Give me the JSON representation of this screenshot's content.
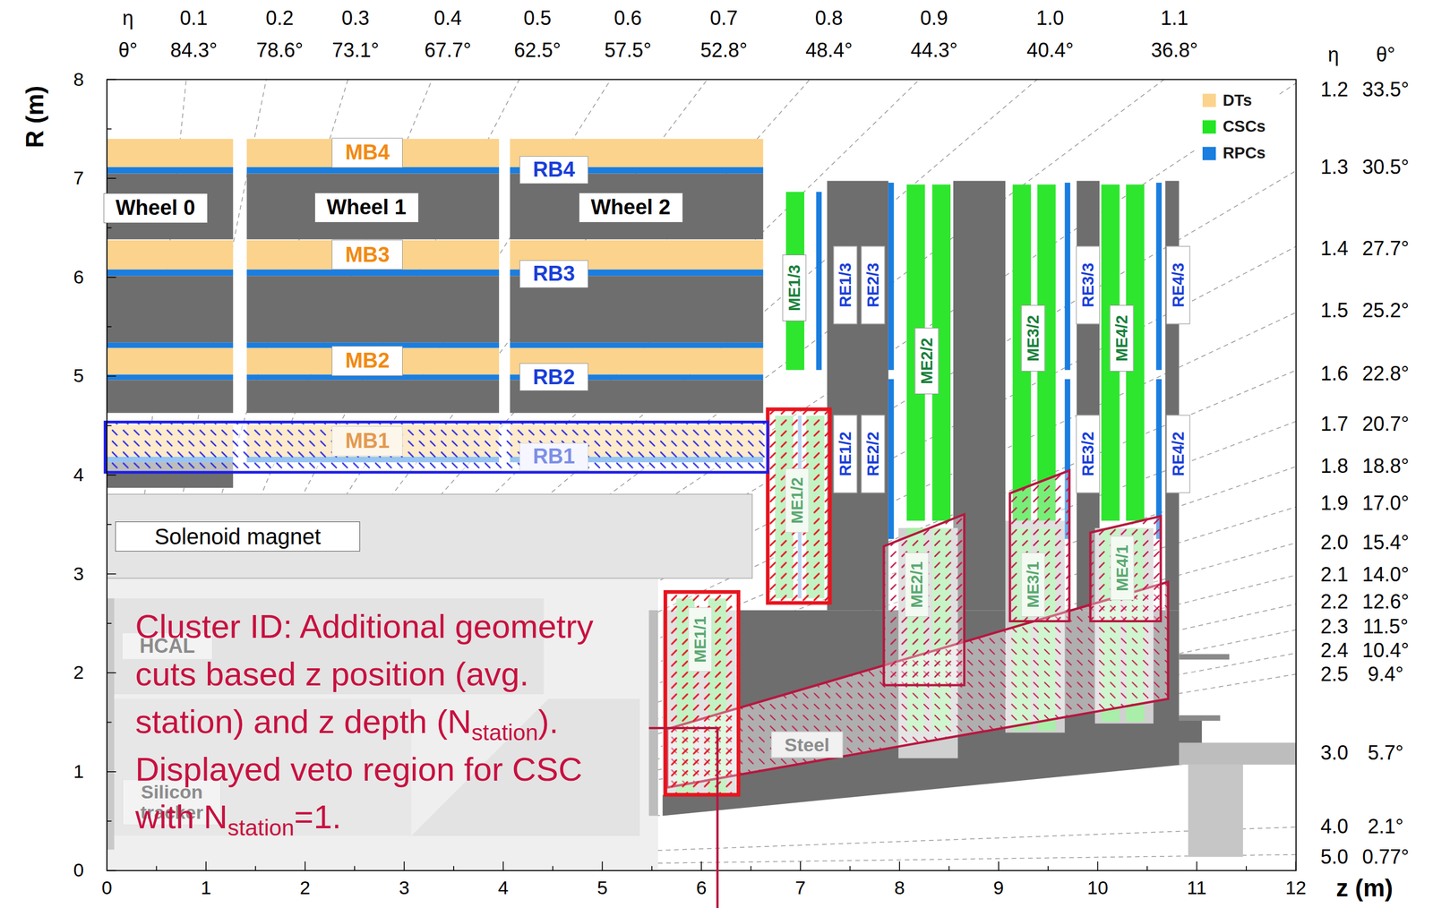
{
  "diagram": {
    "nodes": [
      {
        "text": [
          "Wheel 0"
        ]
      },
      {
        "text": [
          "MB4"
        ]
      },
      {
        "text": [
          "Wheel 1"
        ]
      },
      {
        "text": [
          "Wheel 2"
        ]
      },
      {
        "text": [
          "RB4"
        ]
      },
      {
        "text": [
          "MB3"
        ]
      },
      {
        "text": [
          "RB3"
        ]
      },
      {
        "text": [
          "MB2"
        ]
      },
      {
        "text": [
          "RB2"
        ]
      },
      {
        "text": [
          "MB1"
        ]
      },
      {
        "text": [
          "RB1"
        ]
      },
      {
        "text": [
          "Solenoid magnet"
        ]
      },
      {
        "text": [
          "HCAL"
        ]
      },
      {
        "text": [
          "Silicon tracker"
        ]
      },
      {
        "text": [
          "ME1/3"
        ]
      },
      {
        "text": [
          "RE1/3"
        ]
      },
      {
        "text": [
          "RE2/3"
        ]
      },
      {
        "text": [
          "ME2/2"
        ]
      },
      {
        "text": [
          "ME3/2"
        ]
      },
      {
        "text": [
          "RE3/3"
        ]
      },
      {
        "text": [
          "ME4/2"
        ]
      },
      {
        "text": [
          "RE4/3"
        ]
      },
      {
        "text": [
          "RE1/2"
        ]
      },
      {
        "text": [
          "RE2/2"
        ]
      },
      {
        "text": [
          "RE3/2"
        ]
      },
      {
        "text": [
          "RE4/2"
        ]
      },
      {
        "text": [
          "ME1/2"
        ]
      },
      {
        "text": [
          "ME2/1"
        ]
      },
      {
        "text": [
          "ME3/1"
        ]
      },
      {
        "text": [
          "ME4/1"
        ]
      },
      {
        "text": [
          "ME1/1"
        ]
      },
      {
        "text": [
          "Steel"
        ]
      }
    ],
    "labels": [
      "η",
      "0.1",
      "0.2",
      "0.3",
      "0.4",
      "0.5",
      "0.6",
      "0.7",
      "0.8",
      "0.9",
      "1.0",
      "1.1",
      "θ°",
      "84.3°",
      "78.6°",
      "73.1°",
      "67.7°",
      "62.5°",
      "57.5°",
      "52.8°",
      "48.4°",
      "44.3°",
      "40.4°",
      "36.8°",
      "η",
      "θ°",
      "1.2",
      "33.5°",
      "1.3",
      "30.5°",
      "1.4",
      "27.7°",
      "1.5",
      "25.2°",
      "1.6",
      "22.8°",
      "1.7",
      "20.7°",
      "1.8",
      "18.8°",
      "1.9",
      "17.0°",
      "2.0",
      "15.4°",
      "2.1",
      "14.0°",
      "2.2",
      "12.6°",
      "2.3",
      "11.5°",
      "2.4",
      "10.4°",
      "2.5",
      "9.4°",
      "3.0",
      "5.7°",
      "4.0",
      "2.1°",
      "5.0",
      "0.77°",
      "R (m)",
      "8",
      "7",
      "6",
      "5",
      "4",
      "3",
      "2",
      "1",
      "0",
      "0",
      "1",
      "2",
      "3",
      "4",
      "5",
      "6",
      "7",
      "8",
      "9",
      "10",
      "11",
      "12",
      "z (m)",
      "Cluster ID: Additional geometry cuts based z position (avg. station) and z depth (N",
      "station",
      "). Displayed veto region for CSC with N",
      "station",
      "=1."
    ],
    "legend": [
      {
        "text": "DTs",
        "color": "#fbd38d"
      },
      {
        "text": "CSCs",
        "color": "#22e622"
      },
      {
        "text": "RPCs",
        "color": "#1a7ee0"
      }
    ]
  }
}
